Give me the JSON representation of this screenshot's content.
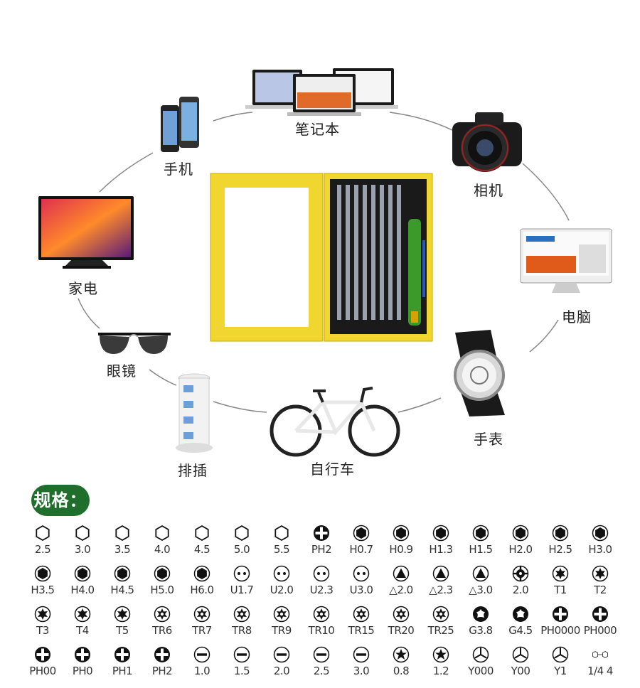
{
  "devices": {
    "laptop": "笔记本",
    "phone": "手机",
    "camera": "相机",
    "tv": "家电",
    "computer": "电脑",
    "glasses": "眼镜",
    "watch": "手表",
    "socket": "排插",
    "bicycle": "自行车"
  },
  "spec_title": "规格：",
  "specs": [
    [
      {
        "label": "2.5",
        "icon": "hex-icon"
      },
      {
        "label": "3.0",
        "icon": "hex-icon"
      },
      {
        "label": "3.5",
        "icon": "hex-icon"
      },
      {
        "label": "4.0",
        "icon": "hex-icon"
      },
      {
        "label": "4.5",
        "icon": "hex-icon"
      },
      {
        "label": "5.0",
        "icon": "hex-icon"
      },
      {
        "label": "5.5",
        "icon": "hex-icon"
      },
      {
        "label": "PH2",
        "icon": "phillips-icon"
      },
      {
        "label": "H0.7",
        "icon": "hex-filled-icon"
      },
      {
        "label": "H0.9",
        "icon": "hex-filled-icon"
      },
      {
        "label": "H1.3",
        "icon": "hex-filled-icon"
      },
      {
        "label": "H1.5",
        "icon": "hex-filled-icon"
      },
      {
        "label": "H2.0",
        "icon": "hex-filled-icon"
      },
      {
        "label": "H2.5",
        "icon": "hex-filled-icon"
      },
      {
        "label": "H3.0",
        "icon": "hex-filled-icon"
      }
    ],
    [
      {
        "label": "H3.5",
        "icon": "hex-filled-icon"
      },
      {
        "label": "H4.0",
        "icon": "hex-filled-icon"
      },
      {
        "label": "H4.5",
        "icon": "hex-filled-icon"
      },
      {
        "label": "H5.0",
        "icon": "hex-filled-icon"
      },
      {
        "label": "H6.0",
        "icon": "hex-filled-icon"
      },
      {
        "label": "U1.7",
        "icon": "u-shape-icon"
      },
      {
        "label": "U2.0",
        "icon": "u-shape-icon"
      },
      {
        "label": "U2.3",
        "icon": "u-shape-icon"
      },
      {
        "label": "U3.0",
        "icon": "u-shape-icon"
      },
      {
        "label": "△2.0",
        "icon": "triangle-icon"
      },
      {
        "label": "△2.3",
        "icon": "triangle-icon"
      },
      {
        "label": "△3.0",
        "icon": "triangle-icon"
      },
      {
        "label": "2.0",
        "icon": "cross-circle-icon"
      },
      {
        "label": "T1",
        "icon": "torx-icon"
      },
      {
        "label": "T2",
        "icon": "torx-icon"
      }
    ],
    [
      {
        "label": "T3",
        "icon": "torx-icon"
      },
      {
        "label": "T4",
        "icon": "torx-icon"
      },
      {
        "label": "T5",
        "icon": "torx-icon"
      },
      {
        "label": "TR6",
        "icon": "torx-security-icon"
      },
      {
        "label": "TR7",
        "icon": "torx-security-icon"
      },
      {
        "label": "TR8",
        "icon": "torx-security-icon"
      },
      {
        "label": "TR9",
        "icon": "torx-security-icon"
      },
      {
        "label": "TR10",
        "icon": "torx-security-icon"
      },
      {
        "label": "TR15",
        "icon": "torx-security-icon"
      },
      {
        "label": "TR20",
        "icon": "torx-security-icon"
      },
      {
        "label": "TR25",
        "icon": "torx-security-icon"
      },
      {
        "label": "G3.8",
        "icon": "gamebit-icon"
      },
      {
        "label": "G4.5",
        "icon": "gamebit-icon"
      },
      {
        "label": "PH0000",
        "icon": "phillips-icon"
      },
      {
        "label": "PH000",
        "icon": "phillips-icon"
      }
    ],
    [
      {
        "label": "PH00",
        "icon": "phillips-icon"
      },
      {
        "label": "PH0",
        "icon": "phillips-icon"
      },
      {
        "label": "PH1",
        "icon": "phillips-icon"
      },
      {
        "label": "PH2",
        "icon": "phillips-icon"
      },
      {
        "label": "1.0",
        "icon": "slotted-icon"
      },
      {
        "label": "1.5",
        "icon": "slotted-icon"
      },
      {
        "label": "2.0",
        "icon": "slotted-icon"
      },
      {
        "label": "2.5",
        "icon": "slotted-icon"
      },
      {
        "label": "3.0",
        "icon": "slotted-icon"
      },
      {
        "label": "0.8",
        "icon": "pentalobe-icon"
      },
      {
        "label": "1.2",
        "icon": "pentalobe-icon"
      },
      {
        "label": "Y000",
        "icon": "tri-wing-icon"
      },
      {
        "label": "Y00",
        "icon": "tri-wing-icon"
      },
      {
        "label": "Y1",
        "icon": "tri-wing-icon"
      },
      {
        "label": "1/4 4",
        "icon": "hex-adapter-icon"
      }
    ]
  ]
}
